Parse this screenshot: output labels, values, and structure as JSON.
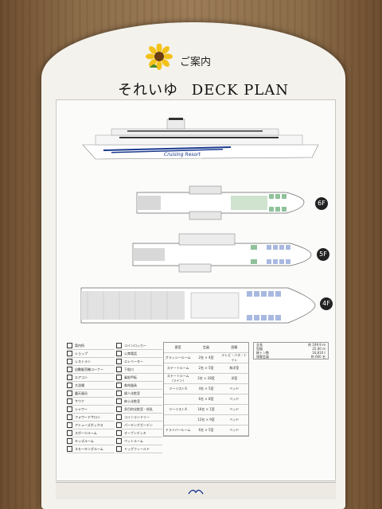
{
  "header": {
    "sub_title": "ご案内",
    "title_jp": "それいゆ",
    "title_en": "DECK PLAN"
  },
  "ship": {
    "hull_text": "Cruising Resort"
  },
  "decks": [
    {
      "badge": "6F"
    },
    {
      "badge": "5F"
    },
    {
      "badge": "4F"
    }
  ],
  "legend_left": [
    "案内所",
    "ショップ",
    "レストラン",
    "自動販売機コーナー",
    "エアコン",
    "大浴場",
    "露天風呂",
    "サウナ",
    "シャワー",
    "フォワードサロン",
    "アミューズボックス",
    "スポーツルーム",
    "キッズルーム",
    "スモーキングルーム"
  ],
  "legend_mid": [
    "コインロッカー",
    "公衆電話",
    "エレベーター",
    "下船口",
    "乗船甲板",
    "救命器具",
    "婦人化粧室",
    "紳士化粧室",
    "多目的化粧室・授乳",
    "コインランドリー",
    "パーキングガーデン",
    "オープンデッキ",
    "ペットルーム",
    "ドッグフィールド"
  ],
  "room_table": {
    "headers": [
      "客室",
      "定員",
      "設備"
    ],
    "rows": [
      [
        "グラッシールーム",
        "2名 × 4室",
        "テレビ・バス・トイレ"
      ],
      [
        "ステートルーム",
        "2名 × 5室",
        "和洋室"
      ],
      [
        "ステートルーム（ツイン）",
        "2名 × 28室",
        "洋室"
      ],
      [
        "ツーリストS",
        "4名 × 5室",
        "ベッド"
      ],
      [
        "",
        "6名 × 8室",
        "ベッド"
      ],
      [
        "ツーリストA",
        "16名 × 1室",
        "ベッド"
      ],
      [
        "",
        "12名 × 9室",
        "ベッド"
      ],
      [
        "ドライバールーム",
        "6名 × 5室",
        "ベッド"
      ]
    ]
  },
  "spec_table": {
    "rows": [
      [
        "全長",
        "約 199.9 m"
      ],
      [
        "型幅",
        "25.00 m"
      ],
      [
        "総トン数",
        "16,810 t"
      ],
      [
        "旅客定員",
        "約 600 名"
      ]
    ]
  },
  "colors": {
    "wood": "#8a6a46",
    "board": "#f4f2ec",
    "hull_stripe": "#1b3a8f",
    "cabin_green": "#8fc29a",
    "cabin_blue": "#a8b8e0"
  }
}
